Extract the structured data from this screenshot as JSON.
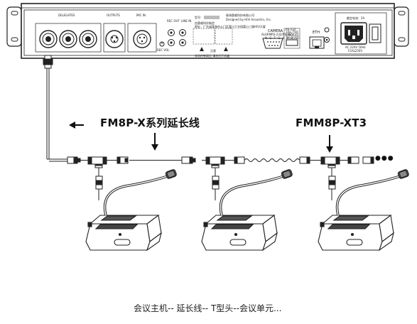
{
  "device": {
    "groups": {
      "delegates": "DELEGATES",
      "output": "OUTPUTS",
      "mic_in": "MIC IN",
      "rec_out": "REC OUT",
      "line_in": "LINE IN",
      "rec_vol": "REC VOL"
    },
    "info": {
      "label_a": "型号:",
      "brand_cn": "珠海惠威科技有限公司",
      "brand_en": "Designed by HiVi Acoustics, Inc.",
      "made_in": "由惠威科技制造",
      "address": "地址：广东省珠海市斗门区富山工业园富山三路HiVi大厦",
      "warning": "注意",
      "warning_sub": "非机内有高压 请勿打开机盖"
    },
    "camera": {
      "title": "CAMERA",
      "protocol": "ALARMRS-232/RS-485",
      "pins": "N G T G S A B"
    },
    "rs232": {
      "title": "RS-232",
      "lines": [
        "1Pin:TXD",
        "2Pin:RXD",
        "3Pin:GND"
      ]
    },
    "eth": "ETH",
    "power": {
      "label": "额定电流：2A",
      "rating_1": "AC 220V 50Hz",
      "rating_2": "F2AL250V"
    }
  },
  "labels": {
    "extension_cable": "FM8P-X系列延长线",
    "t_connector": "FMM8P-XT3",
    "dots": "●●●"
  },
  "caption": "会议主机-- 延长线-- T型头--会议单元..."
}
